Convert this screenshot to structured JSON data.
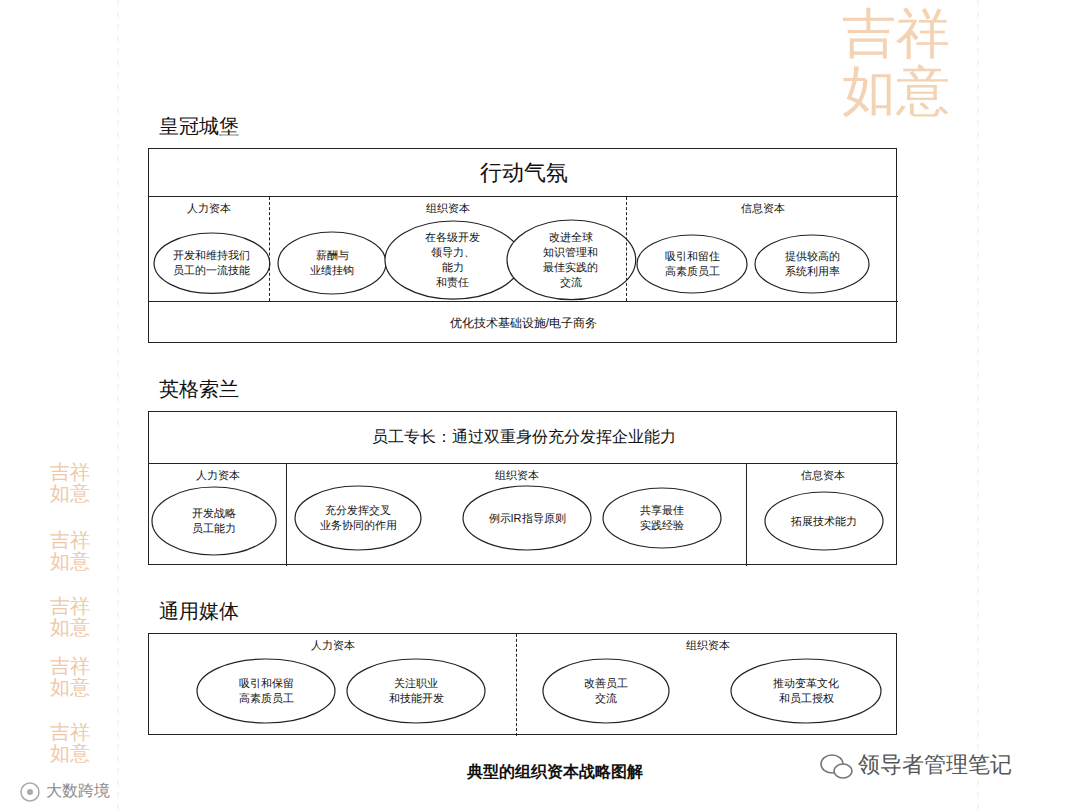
{
  "diagram": {
    "caption": "典型的组织资本战略图解",
    "nodes": [
      {
        "text": [
          "皇冠城堡"
        ]
      },
      {
        "text": [
          "行动气氛"
        ],
        "in": 0
      },
      {
        "text": [
          "人力资本"
        ],
        "in": 0
      },
      {
        "text": [
          "开发和维持我们 员工的一流技能"
        ],
        "in": 2
      },
      {
        "text": [
          "组织资本"
        ],
        "in": 0
      },
      {
        "text": [
          "薪酬与 业绩挂钩"
        ],
        "in": 4
      },
      {
        "text": [
          "在各级开发 领导力、能力 和责任"
        ],
        "in": 4
      },
      {
        "text": [
          "改进全球 知识管理和 最佳实践的 交流"
        ],
        "in": 4
      },
      {
        "text": [
          "信息资本"
        ],
        "in": 0
      },
      {
        "text": [
          "吸引和留住 高素质员工"
        ],
        "in": 8
      },
      {
        "text": [
          "提供较高的 系统利用率"
        ],
        "in": 8
      },
      {
        "text": [
          "优化技术基础设施/电子商务"
        ],
        "in": 0
      },
      {
        "text": [
          "英格索兰"
        ]
      },
      {
        "text": [
          "员工专长：通过双重身份充分发挥企业能力"
        ],
        "in": 12
      },
      {
        "text": [
          "人力资本"
        ],
        "in": 12
      },
      {
        "text": [
          "开发战略 员工能力"
        ],
        "in": 14
      },
      {
        "text": [
          "组织资本"
        ],
        "in": 12
      },
      {
        "text": [
          "充分发挥交叉 业务协同的作用"
        ],
        "in": 16
      },
      {
        "text": [
          "例示IR指导原则"
        ],
        "in": 16
      },
      {
        "text": [
          "共享最佳 实践经验"
        ],
        "in": 16
      },
      {
        "text": [
          "信息资本"
        ],
        "in": 12
      },
      {
        "text": [
          "拓展技术能力"
        ],
        "in": 20
      },
      {
        "text": [
          "通用媒体"
        ]
      },
      {
        "text": [
          "人力资本"
        ],
        "in": 22
      },
      {
        "text": [
          "吸引和保留 高素质员工"
        ],
        "in": 23
      },
      {
        "text": [
          "关注职业 和技能开发"
        ],
        "in": 23
      },
      {
        "text": [
          "组织资本"
        ],
        "in": 22
      },
      {
        "text": [
          "改善员工 交流"
        ],
        "in": 26
      },
      {
        "text": [
          "推动变革文化 和员工授权"
        ],
        "in": 26
      }
    ],
    "labels": [
      "领导者管理笔记",
      "大数跨境",
      "吉祥如意",
      "吉祥如意",
      "吉祥如意",
      "吉祥如意",
      "吉祥如意",
      "吉祥如意"
    ]
  }
}
